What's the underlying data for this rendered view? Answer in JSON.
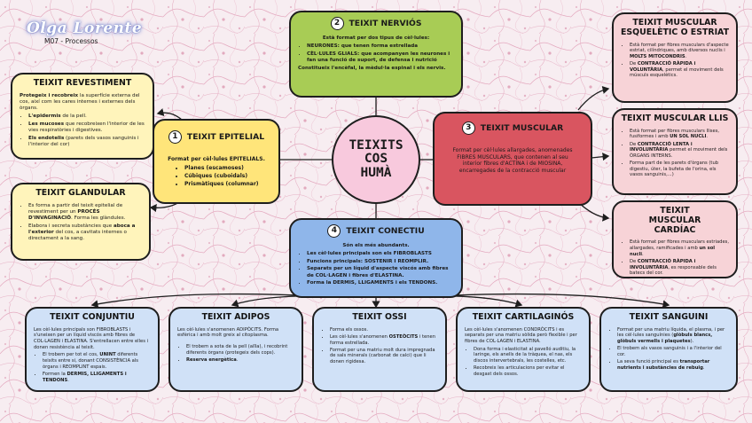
{
  "header": {
    "author": "Olga Lorente",
    "subtitle": "M07  - Processos"
  },
  "center": {
    "title": "TEIXITS\nCOS\nHUMÀ"
  },
  "nervios": {
    "number": "2",
    "title": "TEIXIT NERVIÓS",
    "intro": "Està format per dos tipus de cèl·lules:",
    "items": [
      "NEURONES: que tenen forma estrellada",
      "CÈL·LULES GLIALS: que acompanyen les neurones i fan una funció de suport, de defensa i nutrició"
    ],
    "footer": "Constitueix l'encèfal, la mèdul·la espinal i els nervis."
  },
  "revestiment": {
    "title": "TEIXIT REVESTIMENT",
    "intro_bold": "Protegeix i recobreix",
    "intro_rest": " la superfície externa del cos, així com les cares internes i externes dels òrgans.",
    "items": [
      {
        "bold": "L'epidermis",
        "rest": " de la pell."
      },
      {
        "bold": "Les mucoses",
        "rest": " que recobreixen l'interior de les vies respiratòries i digestives."
      },
      {
        "bold": "Els endotelis",
        "rest": " (parets dels vasos sanguinis i l'interior del cor)"
      }
    ]
  },
  "epitelial": {
    "number": "1",
    "title": "TEIXIT EPITELIAL",
    "intro": "Format per cèl·lules EPITELIALS.",
    "items": [
      "Planes (escamoses)",
      "Cúbiques (cuboidals)",
      "Prismàtiques (columnar)"
    ]
  },
  "glandular": {
    "title": "TEIXIT GLANDULAR",
    "items": [
      {
        "pre": "Es forma a partir del teixit epitelial de revestiment per un ",
        "bold": "PROCÉS D'INVAGINACIÓ",
        "post": ". Forma les glàndules."
      },
      {
        "pre": "Elabora i secreta substàncies que ",
        "bold": "aboca a l'exterior",
        "post": " del cos, a cavitats internes o directament a la sang."
      }
    ]
  },
  "muscular": {
    "number": "3",
    "title": "TEIXIT MUSCULAR",
    "text": "Format per cèl·lules allargades, anomenades FIBRES MUSCULARS, que contenen al seu interior fibres d'ACTINA i de MIOSINA, encarregades de la contracció muscular"
  },
  "esqueletic": {
    "title": "TEIXIT MUSCULAR ESQUELÈTIC O ESTRIAT",
    "items": [
      {
        "pre": "Està format per fibres musculars d'aspecte estriat, cilíndriques, amb diversos nuclis i ",
        "bold": "MOLTS MITOCONDRIS",
        "post": "."
      },
      {
        "pre": "De ",
        "bold": "CONTRACCIÓ RÀPIDA i VOLUNTÀRIA",
        "post": ", permet el moviment dels músculs esquelètics."
      }
    ]
  },
  "llis": {
    "title": "TEIXIT MUSCULAR LLIS",
    "items": [
      {
        "pre": "Està format per fibres musculars llises, fusiformes i amb ",
        "bold": "UN SOL NUCLI",
        "post": "."
      },
      {
        "pre": "De ",
        "bold": "CONTRACCIÓ LENTA i INVOLUNTÀRIA",
        "post": " permet el moviment dels ÒRGANS INTERNS."
      },
      {
        "pre": "Forma part de les parets d'òrgans (tub digestiu, úter, la bufeta de l'orina, els vasos sanguinis,...)",
        "bold": "",
        "post": ""
      }
    ]
  },
  "cardiac": {
    "title": "TEIXIT MUSCULAR CARDÍAC",
    "items": [
      {
        "pre": "Està format per fibres musculars estriades, allargades, ramificades i amb ",
        "bold": "un sol nucli",
        "post": "."
      },
      {
        "pre": "De ",
        "bold": "CONTRACCIÓ RÀPIDA i INVOLUNTÀRIA",
        "post": ", es responsable dels batecs del cor."
      }
    ]
  },
  "conectiu": {
    "number": "4",
    "title": "TEIXIT CONECTIU",
    "items": [
      "Són els més abundants.",
      "Les cèl·lules principals son els FIBROBLASTS",
      "Funcions principals: SOSTENIR I REOMPLIR.",
      "Separats per un líquid d'aspecte viscós amb fibres de COL·LAGEN i fibres d'ELASTINA.",
      "Forma la DERMIS, LLIGAMENTS i els TENDONS."
    ]
  },
  "conjuntiu": {
    "title": "TEIXIT CONJUNTIU",
    "intro": "Les cèl·lules principals son FIBROBLASTS i s'uneixen per un líquid viscós amb fibres de COL·LAGEN i ELASTINA. S'entrellacen entre elles i donen resistència al teixit.",
    "items": [
      {
        "pre": "El trobem per tot el cos, ",
        "bold": "UNINT",
        "post": " diferents teixits entre si, donant CONSISTÈNCIA als òrgans i REOMPLINT espais."
      },
      {
        "pre": "Formen la ",
        "bold": "DERMIS, LLIGAMENTS i TENDONS",
        "post": "."
      }
    ]
  },
  "adipos": {
    "title": "TEIXIT ADIPOS",
    "intro": "Les cèl·lules s'anomenen ADIPÒCITS. Forma esfèrica i amb molt greix al citoplasma.",
    "items": [
      {
        "pre": "El trobem a sota de la pell (aïlla), i recobrint diferents òrgans (protegeix dels cops).",
        "bold": "",
        "post": ""
      },
      {
        "pre": "",
        "bold": "Reserva energètica",
        "post": "."
      }
    ]
  },
  "ossi": {
    "title": "TEIXIT OSSI",
    "items": [
      {
        "pre": "Forma els ossos.",
        "bold": "",
        "post": ""
      },
      {
        "pre": "Les cèl·lules s'anomenen ",
        "bold": "OSTEÒCITS",
        "post": " i tenen forma estrellada."
      },
      {
        "pre": "Format per una matriu molt dura impregnada de sals minerals (carbonat de calci) que li donen rigidesa.",
        "bold": "",
        "post": ""
      }
    ]
  },
  "cartilaginos": {
    "title": "TEIXIT CARTILAGINÓS",
    "intro": "Les cèl·lules s'anomenen CONDRÒCITS i es separats per una matriu sòlida però flexible i per fibres de COL·LAGEN i ELASTINA.",
    "items": [
      {
        "pre": "Dona forma i elasticitat al pavelló auditiu, la laringe, els anells de la tràquea, el nas, els discos intervertebrals, les costelles, etc.",
        "bold": "",
        "post": ""
      },
      {
        "pre": "Recobreix les articulacions per evitar el desgast dels ossos.",
        "bold": "",
        "post": ""
      }
    ]
  },
  "sanguini": {
    "title": "TEIXIT SANGUINI",
    "items": [
      {
        "pre": "Format per una matriu líquida, el plasma, i per les cèl·lules sanguínies (",
        "bold": "glòbuls blancs, glòbuls vermells i plaquetes",
        "post": ")."
      },
      {
        "pre": "El trobem als vasos sanguinis i a l'interior del cor.",
        "bold": "",
        "post": ""
      },
      {
        "pre": "La seva funció principal es ",
        "bold": "transportar nutrients i substàncies de rebuig",
        "post": "."
      }
    ]
  }
}
